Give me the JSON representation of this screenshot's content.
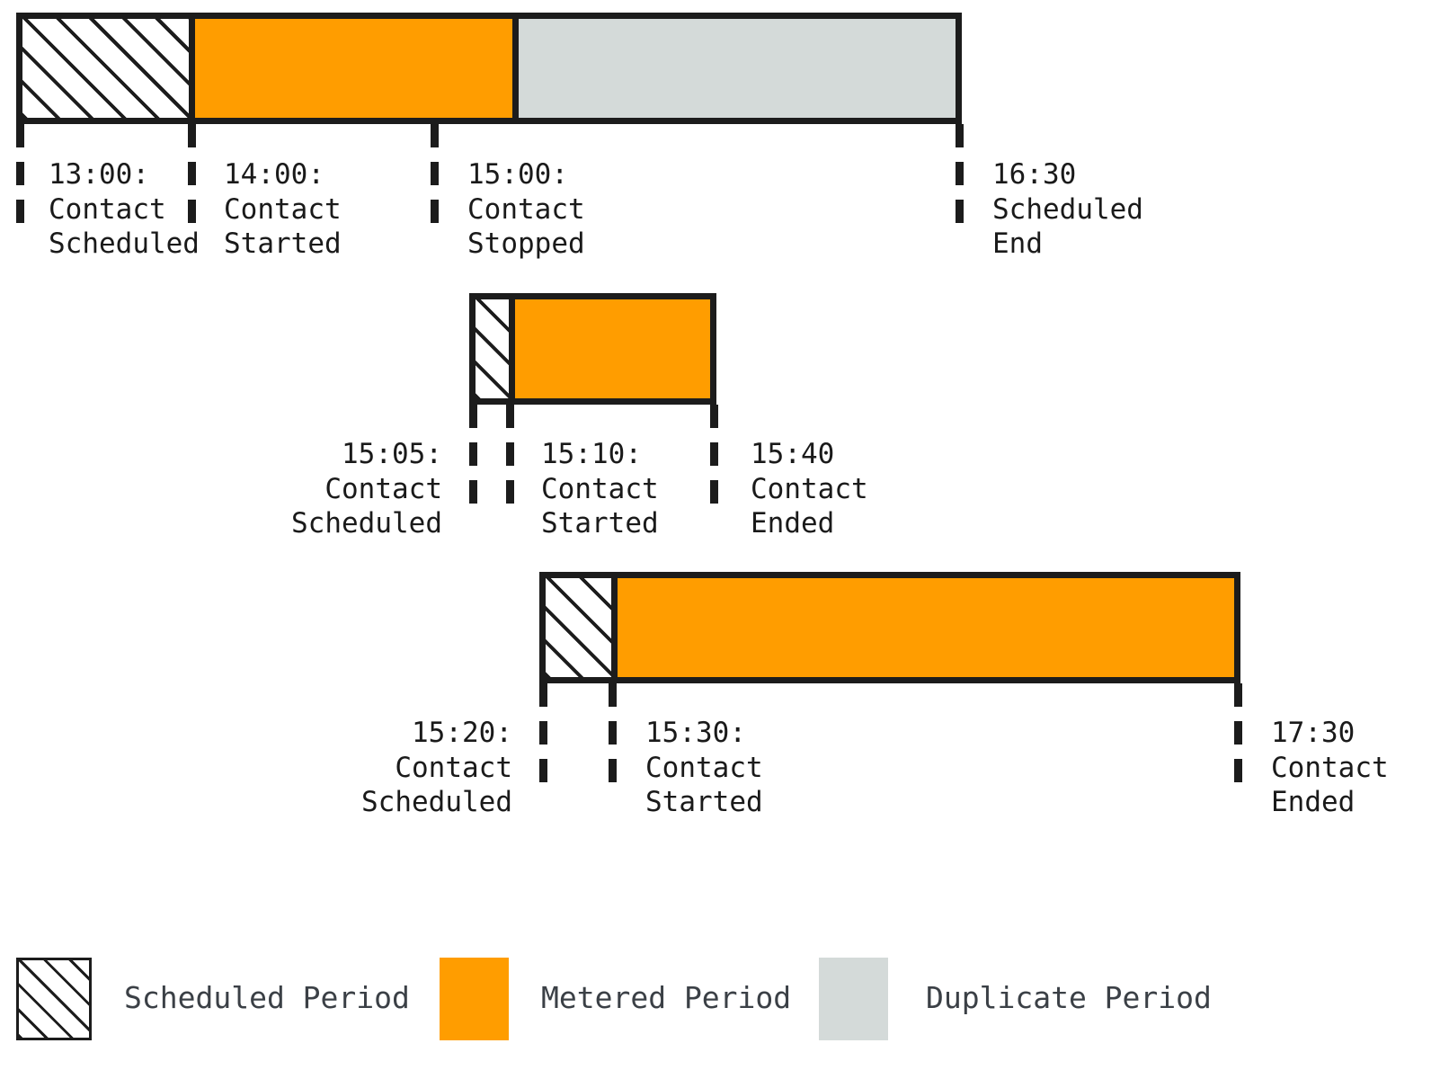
{
  "chart_data": {
    "type": "timeline",
    "title": "",
    "legend_position": "bottom",
    "colors": {
      "metered": "#ff9d00",
      "duplicate": "#d4dad9",
      "scheduled_hatch": "#1c1c1c",
      "outline": "#1c1c1c",
      "legend_text": "#3b4046"
    },
    "rows": [
      {
        "id": "row-1",
        "segments": [
          {
            "type": "scheduled",
            "label": "Scheduled Period",
            "start": "13:00",
            "end": "14:00"
          },
          {
            "type": "metered",
            "label": "Metered Period",
            "start": "14:00",
            "end": "15:00"
          },
          {
            "type": "duplicate",
            "label": "Duplicate Period",
            "start": "15:00",
            "end": "16:30"
          }
        ],
        "markers": [
          {
            "time": "13:00:",
            "line1": "Contact",
            "line2": "Scheduled"
          },
          {
            "time": "14:00:",
            "line1": "Contact",
            "line2": "Started"
          },
          {
            "time": "15:00:",
            "line1": "Contact",
            "line2": "Stopped"
          },
          {
            "time": "16:30",
            "line1": "Scheduled",
            "line2": "End"
          }
        ]
      },
      {
        "id": "row-2",
        "segments": [
          {
            "type": "scheduled",
            "label": "Scheduled Period",
            "start": "15:05",
            "end": "15:10"
          },
          {
            "type": "metered",
            "label": "Metered Period",
            "start": "15:10",
            "end": "15:40"
          }
        ],
        "markers": [
          {
            "time": "15:05:",
            "line1": "Contact",
            "line2": "Scheduled"
          },
          {
            "time": "15:10:",
            "line1": "Contact",
            "line2": "Started"
          },
          {
            "time": "15:40",
            "line1": "Contact",
            "line2": "Ended"
          }
        ]
      },
      {
        "id": "row-3",
        "segments": [
          {
            "type": "scheduled",
            "label": "Scheduled Period",
            "start": "15:20",
            "end": "15:30"
          },
          {
            "type": "metered",
            "label": "Metered Period",
            "start": "15:30",
            "end": "17:30"
          }
        ],
        "markers": [
          {
            "time": "15:20:",
            "line1": "Contact",
            "line2": "Scheduled"
          },
          {
            "time": "15:30:",
            "line1": "Contact",
            "line2": "Started"
          },
          {
            "time": "17:30",
            "line1": "Contact",
            "line2": "Ended"
          }
        ]
      }
    ],
    "legend": [
      {
        "key": "scheduled",
        "label": "Scheduled Period"
      },
      {
        "key": "metered",
        "label": "Metered Period"
      },
      {
        "key": "duplicate",
        "label": "Duplicate Period"
      }
    ]
  },
  "row1": {
    "marker1": {
      "time": "13:00:",
      "line1": "Contact",
      "line2": "Scheduled"
    },
    "marker2": {
      "time": "14:00:",
      "line1": "Contact",
      "line2": "Started"
    },
    "marker3": {
      "time": "15:00:",
      "line1": "Contact",
      "line2": "Stopped"
    },
    "marker4": {
      "time": "16:30",
      "line1": "Scheduled",
      "line2": "End"
    }
  },
  "row2": {
    "marker1": {
      "time": "15:05:",
      "line1": "Contact",
      "line2": "Scheduled"
    },
    "marker2": {
      "time": "15:10:",
      "line1": "Contact",
      "line2": "Started"
    },
    "marker3": {
      "time": "15:40",
      "line1": "Contact",
      "line2": "Ended"
    }
  },
  "row3": {
    "marker1": {
      "time": "15:20:",
      "line1": "Contact",
      "line2": "Scheduled"
    },
    "marker2": {
      "time": "15:30:",
      "line1": "Contact",
      "line2": "Started"
    },
    "marker3": {
      "time": "17:30",
      "line1": "Contact",
      "line2": "Ended"
    }
  },
  "legend": {
    "item1": {
      "label": "Scheduled Period"
    },
    "item2": {
      "label": "Metered Period"
    },
    "item3": {
      "label": "Duplicate Period"
    }
  }
}
